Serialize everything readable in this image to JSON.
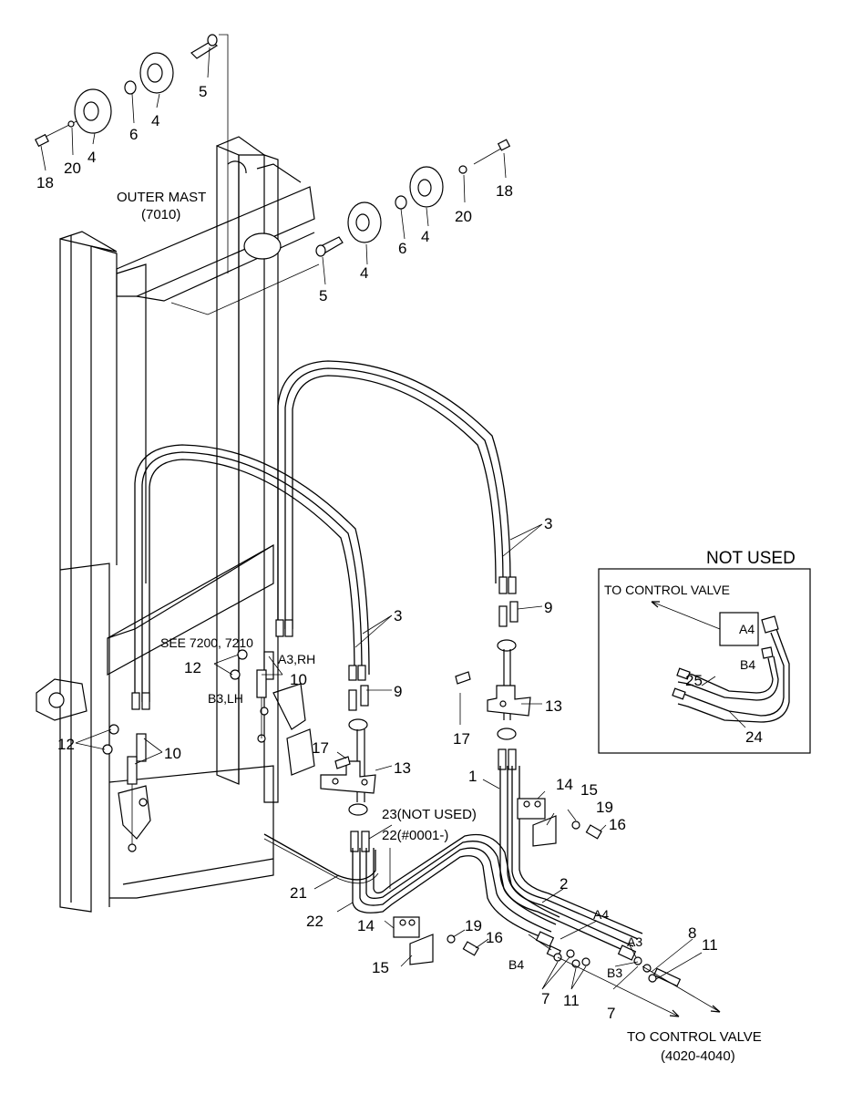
{
  "outer_mast": {
    "name": "OUTER MAST",
    "ref": "(7010)"
  },
  "see_ref": "SEE 7200, 7210",
  "ports": {
    "a3_rh": "A3,RH",
    "b3_lh": "B3,LH",
    "a4": "A4",
    "b4": "B4",
    "a3": "A3",
    "b3": "B3"
  },
  "notes": {
    "part23": "23(NOT USED)",
    "part22": "22(#0001-)",
    "to_control_valve": "TO CONTROL VALVE",
    "to_control_valve_ref": "(4020-4040)"
  },
  "inset": {
    "title": "NOT USED",
    "to_control_valve": "TO CONTROL VALVE",
    "a4": "A4",
    "b4": "B4",
    "part25": "25",
    "part24": "24"
  },
  "callouts": {
    "p1": "1",
    "p2": "2",
    "p3a": "3",
    "p3b": "3",
    "p4a": "4",
    "p4b": "4",
    "p4c": "4",
    "p4d": "4",
    "p5a": "5",
    "p5b": "5",
    "p6a": "6",
    "p6b": "6",
    "p7a": "7",
    "p7b": "7",
    "p8": "8",
    "p9a": "9",
    "p9b": "9",
    "p10a": "10",
    "p10b": "10",
    "p11a": "11",
    "p11b": "11",
    "p12a": "12",
    "p12b": "12",
    "p13a": "13",
    "p13b": "13",
    "p14a": "14",
    "p14b": "14",
    "p15a": "15",
    "p15b": "15",
    "p16a": "16",
    "p16b": "16",
    "p17a": "17",
    "p17b": "17",
    "p18a": "18",
    "p18b": "18",
    "p19a": "19",
    "p19b": "19",
    "p20a": "20",
    "p20b": "20",
    "p21": "21",
    "p22": "22"
  }
}
